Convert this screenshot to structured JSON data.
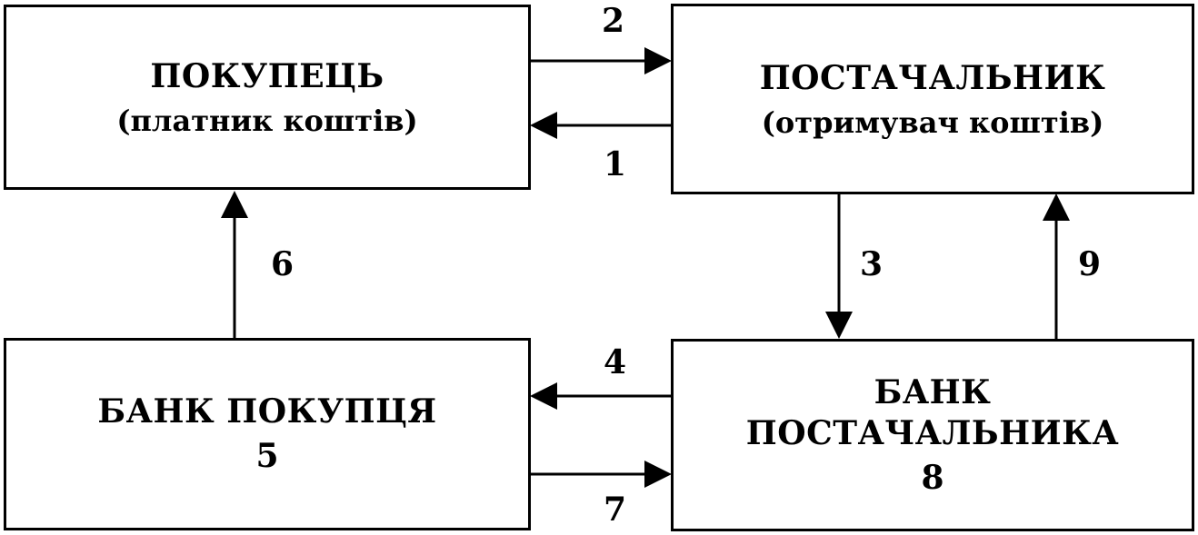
{
  "boxes": {
    "buyer": {
      "title": "ПОКУПЕЦЬ",
      "subtitle": "(платник коштів)"
    },
    "supplier": {
      "title": "ПОСТАЧАЛЬНИК",
      "subtitle": "(отримувач коштів)"
    },
    "buyer_bank": {
      "title": "БАНК ПОКУПЦЯ",
      "number": "5"
    },
    "supplier_bank": {
      "title_line1": "БАНК",
      "title_line2": "ПОСТАЧАЛЬНИКА",
      "number": "8"
    }
  },
  "arrows": {
    "a1": "1",
    "a2": "2",
    "a3": "3",
    "a4": "4",
    "a6": "6",
    "a7": "7",
    "a9": "9"
  }
}
